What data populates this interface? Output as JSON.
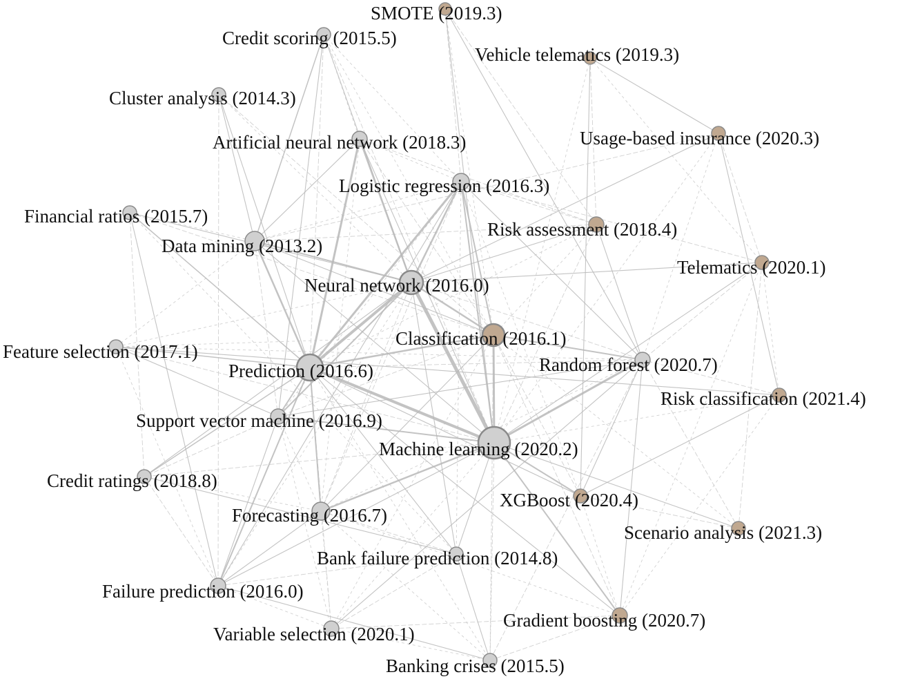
{
  "colors": {
    "background": "#ffffff",
    "node_gray": "#d0d0d0",
    "node_brown": "#c0a890",
    "node_stroke": "#8a8a8a",
    "edge": "#b8b8b8",
    "edge_dashed": "#cccccc",
    "label": "#111111"
  },
  "nodes": [
    {
      "id": "smote",
      "label": "SMOTE (2019.3)",
      "group": "brown"
    },
    {
      "id": "credit-scoring",
      "label": "Credit scoring (2015.5)",
      "group": "gray"
    },
    {
      "id": "vehicle-telematics",
      "label": "Vehicle telematics (2019.3)",
      "group": "brown"
    },
    {
      "id": "cluster-analysis",
      "label": "Cluster analysis (2014.3)",
      "group": "gray"
    },
    {
      "id": "artificial-neural-network",
      "label": "Artificial neural network (2018.3)",
      "group": "gray"
    },
    {
      "id": "usage-based-insurance",
      "label": "Usage-based insurance (2020.3)",
      "group": "brown"
    },
    {
      "id": "logistic-regression",
      "label": "Logistic regression (2016.3)",
      "group": "gray"
    },
    {
      "id": "financial-ratios",
      "label": "Financial ratios (2015.7)",
      "group": "gray"
    },
    {
      "id": "risk-assessment",
      "label": "Risk assessment (2018.4)",
      "group": "brown"
    },
    {
      "id": "data-mining",
      "label": "Data mining (2013.2)",
      "group": "gray"
    },
    {
      "id": "telematics",
      "label": "Telematics (2020.1)",
      "group": "brown"
    },
    {
      "id": "neural-network",
      "label": "Neural network (2016.0)",
      "group": "gray"
    },
    {
      "id": "classification",
      "label": "Classification (2016.1)",
      "group": "brown"
    },
    {
      "id": "feature-selection",
      "label": "Feature selection (2017.1)",
      "group": "gray"
    },
    {
      "id": "prediction",
      "label": "Prediction (2016.6)",
      "group": "gray"
    },
    {
      "id": "random-forest",
      "label": "Random forest (2020.7)",
      "group": "gray"
    },
    {
      "id": "risk-classification",
      "label": "Risk classification (2021.4)",
      "group": "brown"
    },
    {
      "id": "support-vector-machine",
      "label": "Support vector machine (2016.9)",
      "group": "gray"
    },
    {
      "id": "machine-learning",
      "label": "Machine learning (2020.2)",
      "group": "gray"
    },
    {
      "id": "credit-ratings",
      "label": "Credit ratings (2018.8)",
      "group": "gray"
    },
    {
      "id": "xgboost",
      "label": "XGBoost (2020.4)",
      "group": "brown"
    },
    {
      "id": "forecasting",
      "label": "Forecasting (2016.7)",
      "group": "gray"
    },
    {
      "id": "scenario-analysis",
      "label": "Scenario analysis (2021.3)",
      "group": "brown"
    },
    {
      "id": "bank-failure-prediction",
      "label": "Bank failure prediction (2014.8)",
      "group": "gray"
    },
    {
      "id": "failure-prediction",
      "label": "Failure prediction (2016.0)",
      "group": "gray"
    },
    {
      "id": "gradient-boosting",
      "label": "Gradient boosting (2020.7)",
      "group": "brown"
    },
    {
      "id": "variable-selection",
      "label": "Variable selection (2020.1)",
      "group": "gray"
    },
    {
      "id": "banking-crises",
      "label": "Banking crises (2015.5)",
      "group": "gray"
    }
  ]
}
